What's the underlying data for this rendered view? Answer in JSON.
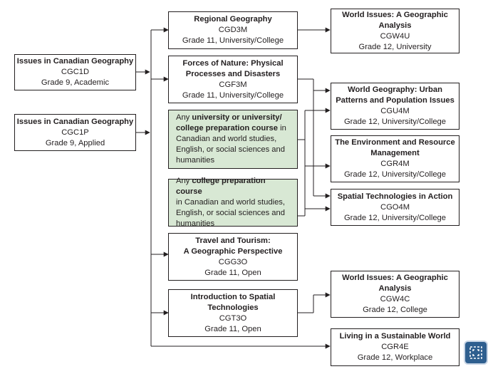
{
  "courses": {
    "cgc1d": {
      "title": "Issues in Canadian Geography",
      "code": "CGC1D",
      "grade": "Grade 9, Academic"
    },
    "cgc1p": {
      "title": "Issues in Canadian Geography",
      "code": "CGC1P",
      "grade": "Grade 9, Applied"
    },
    "cgd3m": {
      "title": "Regional Geography",
      "code": "CGD3M",
      "grade": "Grade 11, University/College"
    },
    "cgf3m": {
      "title1": "Forces of Nature: Physical",
      "title2": "Processes and Disasters",
      "code": "CGF3M",
      "grade": "Grade 11, University/College"
    },
    "univ_prep": {
      "p1": "Any ",
      "b1": "university or university/",
      "b2": "college preparation course",
      "p2": " in",
      "l3": "Canadian and world studies,",
      "l4": "English, or social sciences and",
      "l5": "humanities"
    },
    "coll_prep": {
      "p1": "Any ",
      "b1": "college preparation course",
      "l2": "in Canadian and world studies,",
      "l3": "English, or social sciences and",
      "l4": "humanities"
    },
    "cgg3o": {
      "title1": "Travel and Tourism:",
      "title2": "A Geographic Perspective",
      "code": "CGG3O",
      "grade": "Grade 11, Open"
    },
    "cgt3o": {
      "title1": "Introduction to Spatial",
      "title2": "Technologies",
      "code": "CGT3O",
      "grade": "Grade 11, Open"
    },
    "cgw4u": {
      "title1": "World Issues: A Geographic",
      "title2": "Analysis",
      "code": "CGW4U",
      "grade": "Grade 12, University"
    },
    "cgu4m": {
      "title1": "World Geography: Urban",
      "title2": "Patterns and Population Issues",
      "code": "CGU4M",
      "grade": "Grade 12, University/College"
    },
    "cgr4m": {
      "title1": "The Environment and Resource",
      "title2": "Management",
      "code": "CGR4M",
      "grade": "Grade 12, University/College"
    },
    "cgo4m": {
      "title": "Spatial Technologies in Action",
      "code": "CGO4M",
      "grade": "Grade 12, University/College"
    },
    "cgw4c": {
      "title1": "World Issues: A Geographic",
      "title2": "Analysis",
      "code": "CGW4C",
      "grade": "Grade 12, College"
    },
    "cgr4e": {
      "title": "Living in a Sustainable World",
      "code": "CGR4E",
      "grade": "Grade 12, Workplace"
    }
  },
  "icons": {
    "expand": "expand-icon"
  },
  "colors": {
    "prep_box": "#d8e8d4",
    "expand_button": "#2f5f8f"
  }
}
